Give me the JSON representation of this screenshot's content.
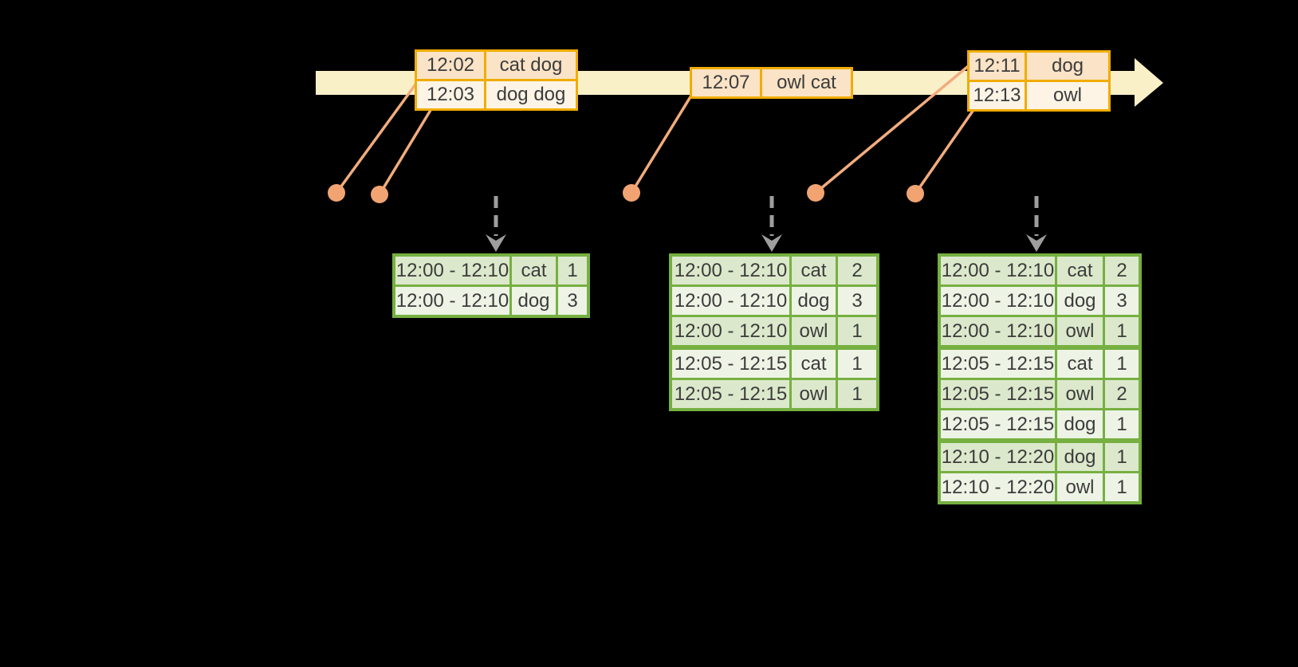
{
  "colors": {
    "background": "#000000",
    "timeline-fill": "#FAF0C8",
    "event-border": "#F0AC00",
    "event-row-odd": "#FAE3C6",
    "event-row-even": "#FDF4E6",
    "connector": "#F2AC7E",
    "dot": "#F1A472",
    "dashed-arrow": "#9E9E9E",
    "result-border": "#76B041",
    "result-row-odd": "#DCE8CB",
    "result-row-even": "#EDF3E5",
    "table-text": "#3C3C3C"
  },
  "icons": {
    "timeline": "right-arrow-band",
    "event_marker": "filled-circle",
    "trigger": "dashed-down-arrow"
  },
  "event_tables": [
    {
      "name": "events-batch-1",
      "rows": [
        [
          "12:02",
          "cat dog"
        ],
        [
          "12:03",
          "dog dog"
        ]
      ]
    },
    {
      "name": "events-batch-2",
      "rows": [
        [
          "12:07",
          "owl cat"
        ]
      ]
    },
    {
      "name": "events-batch-3",
      "rows": [
        [
          "12:11",
          "dog"
        ],
        [
          "12:13",
          "owl"
        ]
      ]
    }
  ],
  "result_tables": [
    {
      "name": "result-after-trigger-1",
      "rows": [
        [
          "12:00 - 12:10",
          "cat",
          "1"
        ],
        [
          "12:00 - 12:10",
          "dog",
          "3"
        ]
      ]
    },
    {
      "name": "result-after-trigger-2",
      "rows": [
        [
          "12:00 - 12:10",
          "cat",
          "2"
        ],
        [
          "12:00 - 12:10",
          "dog",
          "3"
        ],
        [
          "12:00 - 12:10",
          "owl",
          "1"
        ],
        [
          "12:05 - 12:15",
          "cat",
          "1"
        ],
        [
          "12:05 - 12:15",
          "owl",
          "1"
        ]
      ]
    },
    {
      "name": "result-after-trigger-3",
      "rows": [
        [
          "12:00 - 12:10",
          "cat",
          "2"
        ],
        [
          "12:00 - 12:10",
          "dog",
          "3"
        ],
        [
          "12:00 - 12:10",
          "owl",
          "1"
        ],
        [
          "12:05 - 12:15",
          "cat",
          "1"
        ],
        [
          "12:05 - 12:15",
          "owl",
          "2"
        ],
        [
          "12:05 - 12:15",
          "dog",
          "1"
        ],
        [
          "12:10 - 12:20",
          "dog",
          "1"
        ],
        [
          "12:10 - 12:20",
          "owl",
          "1"
        ]
      ]
    }
  ]
}
